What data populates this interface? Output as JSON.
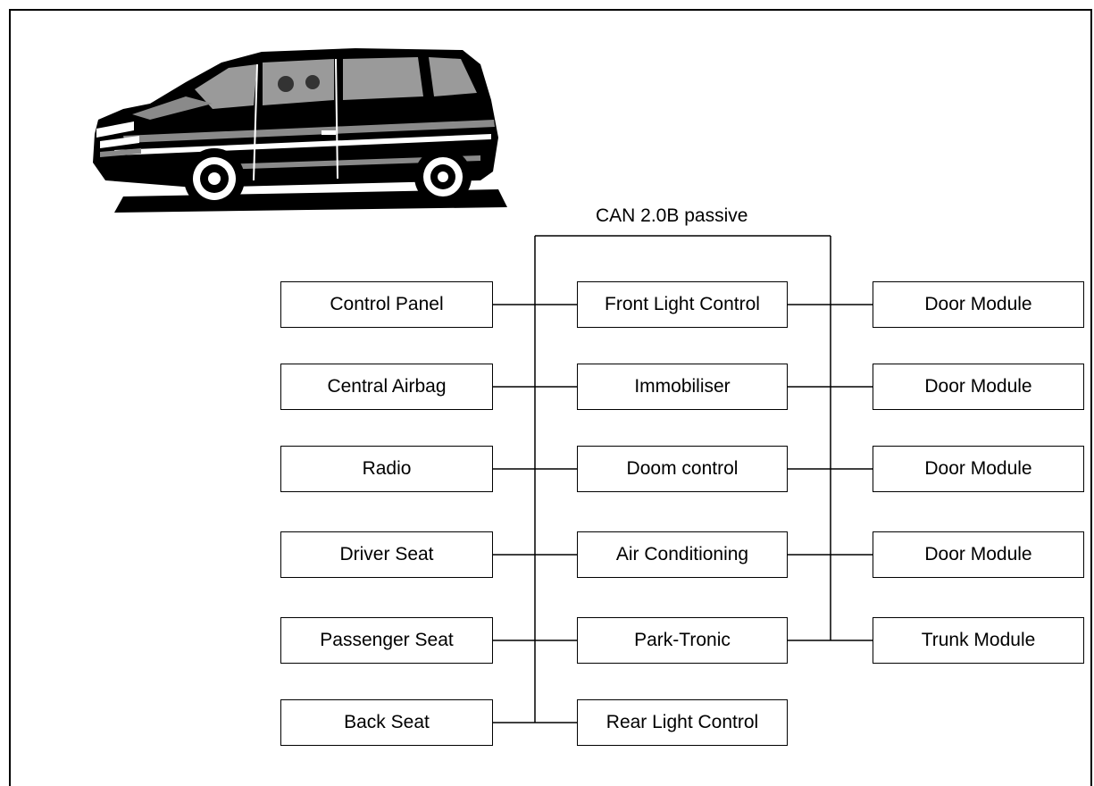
{
  "bus": {
    "label": "CAN 2.0B passive"
  },
  "car": {
    "icon": "minivan-icon"
  },
  "nodes": {
    "left": [
      "Control Panel",
      "Central Airbag",
      "Radio",
      "Driver Seat",
      "Passenger Seat",
      "Back Seat"
    ],
    "middle": [
      "Front Light Control",
      "Immobiliser",
      "Doom control",
      "Air Conditioning",
      "Park-Tronic",
      "Rear Light Control"
    ],
    "right": [
      "Door Module",
      "Door Module",
      "Door Module",
      "Door Module",
      "Trunk Module"
    ]
  }
}
